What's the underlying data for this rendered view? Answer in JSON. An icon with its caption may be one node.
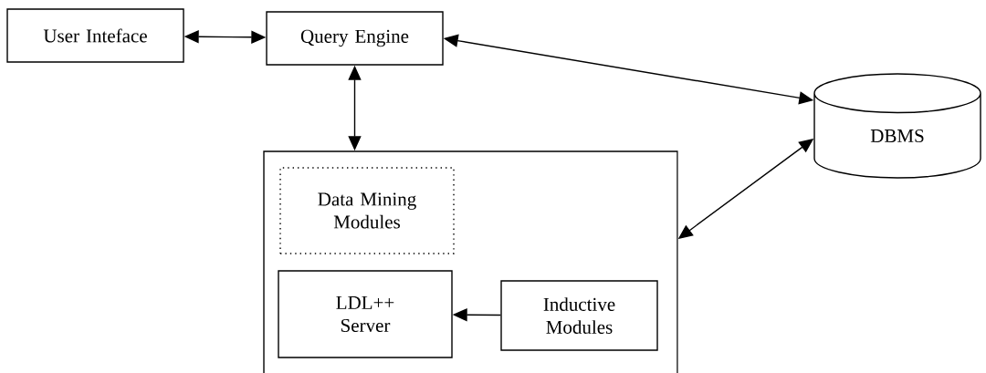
{
  "diagram": {
    "nodes": [
      {
        "text": [
          "User Inteface"
        ]
      },
      {
        "text": [
          "Query Engine"
        ]
      },
      {
        "text": [
          "DBMS"
        ]
      },
      {
        "text": [],
        "shape": "box"
      },
      {
        "text": [
          "Data Mining Modules"
        ],
        "in": 3
      },
      {
        "text": [
          "LDL++ Server"
        ],
        "in": 3
      },
      {
        "text": [
          "Inductive Modules"
        ],
        "in": 3
      }
    ],
    "edges": [
      {
        "from": 0,
        "to": 1,
        "arrow": "both"
      },
      {
        "from": 1,
        "to": 2,
        "arrow": "both"
      },
      {
        "from": 1,
        "to": 3,
        "arrow": "both"
      },
      {
        "from": 3,
        "to": 2,
        "arrow": "both"
      },
      {
        "from": 6,
        "to": 5,
        "arrow": "to"
      }
    ]
  }
}
